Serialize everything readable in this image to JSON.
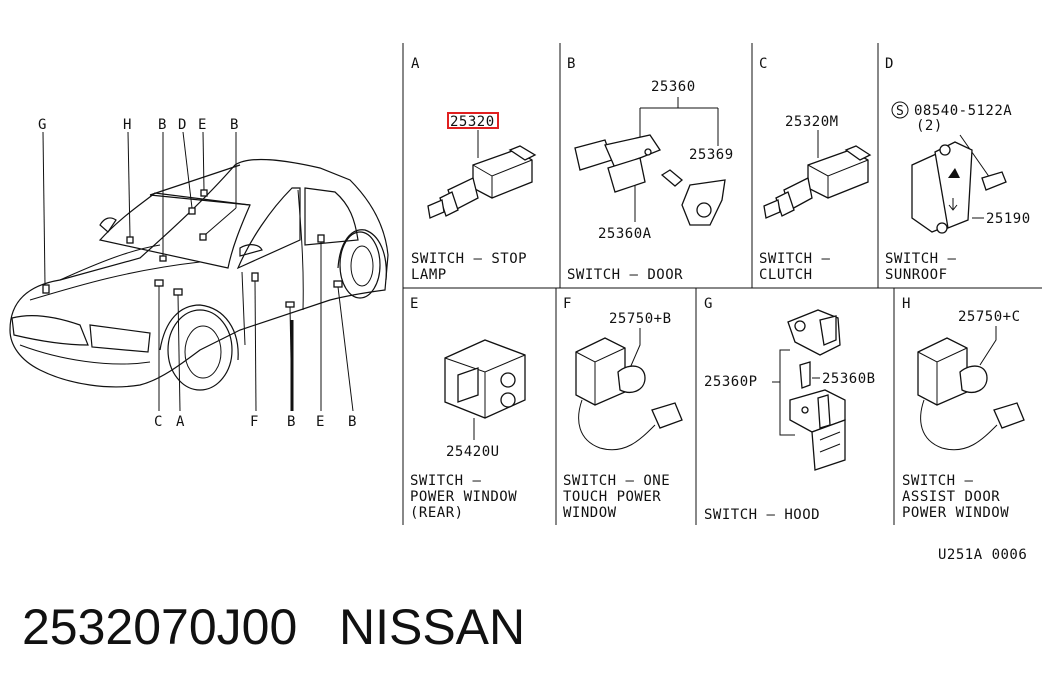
{
  "panels": {
    "A": {
      "letter": "A",
      "part": "25320",
      "caption": [
        "SWITCH – STOP",
        "LAMP"
      ]
    },
    "B": {
      "letter": "B",
      "parts": [
        "25360",
        "25369",
        "25360A"
      ],
      "caption": [
        "SWITCH – DOOR"
      ]
    },
    "C": {
      "letter": "C",
      "part": "25320M",
      "caption": [
        "SWITCH –",
        "CLUTCH"
      ]
    },
    "D": {
      "letter": "D",
      "bolt": "08540-5122A",
      "qty": "(2)",
      "bolt_symbol": "S",
      "part": "25190",
      "caption": [
        "SWITCH –",
        "SUNROOF"
      ]
    },
    "E": {
      "letter": "E",
      "part": "25420U",
      "caption": [
        "SWITCH –",
        "POWER WINDOW",
        "(REAR)"
      ]
    },
    "F": {
      "letter": "F",
      "part": "25750+B",
      "caption": [
        "SWITCH – ONE",
        "TOUCH POWER",
        "WINDOW"
      ]
    },
    "G": {
      "letter": "G",
      "parts": [
        "25360P",
        "25360B"
      ],
      "caption": [
        "SWITCH – HOOD"
      ]
    },
    "H": {
      "letter": "H",
      "part": "25750+C",
      "caption": [
        "SWITCH –",
        "ASSIST DOOR",
        "POWER WINDOW"
      ]
    }
  },
  "car_labels": {
    "top": [
      "G",
      "H",
      "B",
      "D",
      "E",
      "B"
    ],
    "bottom": [
      "C",
      "A",
      "F",
      "B",
      "E",
      "B"
    ]
  },
  "diagram_code": "U251A 0006",
  "footer": {
    "part_number": "2532070J00",
    "brand": "NISSAN"
  },
  "highlight_color": "#e02020"
}
